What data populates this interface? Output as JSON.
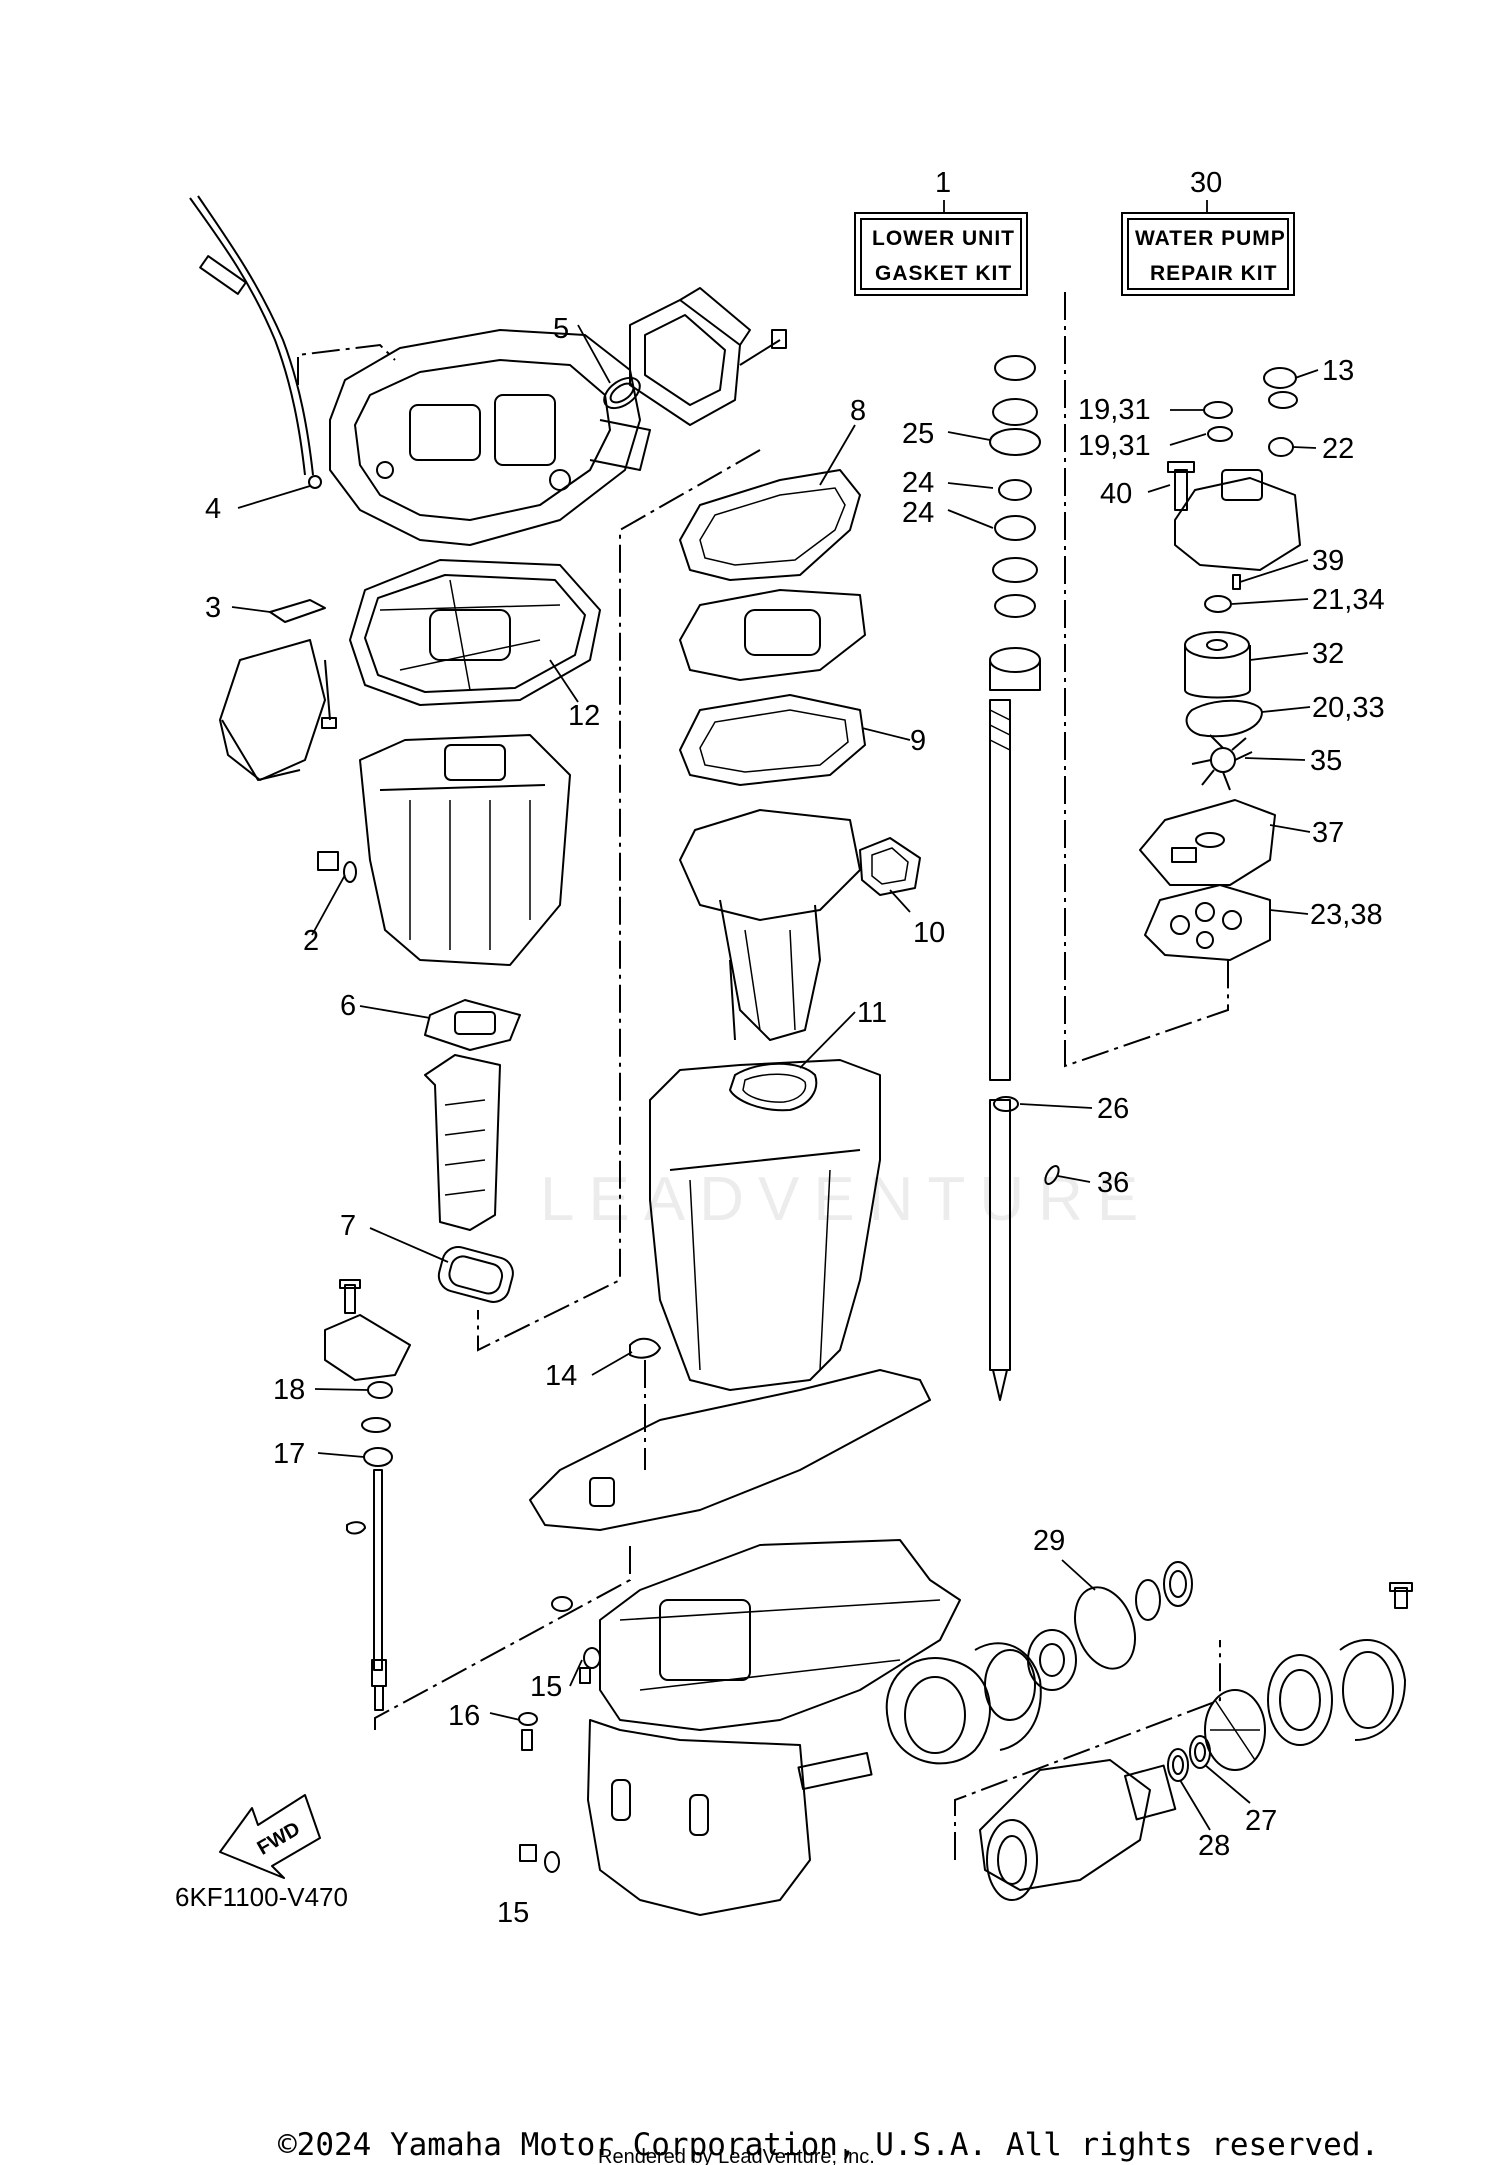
{
  "kits": [
    {
      "number": "1",
      "line1": "LOWER UNIT",
      "line2": "GASKET KIT"
    },
    {
      "number": "30",
      "line1": "WATER PUMP",
      "line2": "REPAIR KIT"
    }
  ],
  "callouts": [
    "2",
    "3",
    "4",
    "5",
    "6",
    "7",
    "8",
    "9",
    "10",
    "11",
    "12",
    "13",
    "14",
    "15",
    "15",
    "16",
    "17",
    "18",
    "19,31",
    "19,31",
    "20,33",
    "21,34",
    "22",
    "23,38",
    "24",
    "24",
    "25",
    "26",
    "27",
    "28",
    "29",
    "32",
    "35",
    "36",
    "37",
    "39",
    "40"
  ],
  "fwd_label": "FWD",
  "diagram_code": "6KF1100-V470",
  "watermark": "LEADVENTURE",
  "footer": {
    "copyright": "©2024 Yamaha Motor Corporation, U.S.A. All rights reserved.",
    "rendered_by": "Rendered by LeadVenture, Inc."
  }
}
